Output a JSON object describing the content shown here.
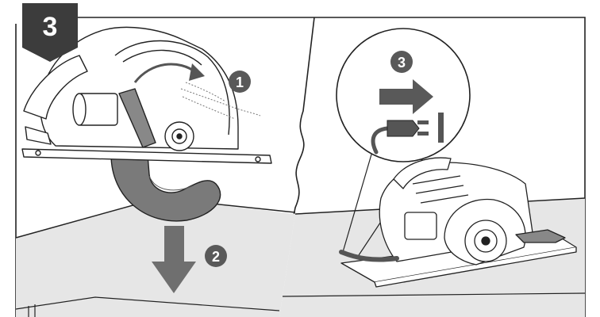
{
  "step": {
    "number": "3"
  },
  "callouts": {
    "one": "1",
    "two": "2",
    "three": "3"
  },
  "colors": {
    "badge": "#3c3c3c",
    "callout": "#595959",
    "blade_guard": "#7a7a7a",
    "table_shade": "#e6e6e6",
    "line": "#222222"
  },
  "icons": [
    "step-badge-icon",
    "arrow-right-icon",
    "power-plug-icon",
    "arrow-down-icon",
    "circular-saw-icon"
  ]
}
